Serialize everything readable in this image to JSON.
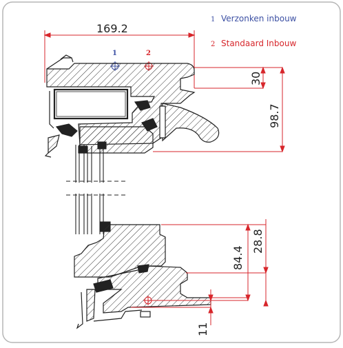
{
  "legend": {
    "item1": {
      "number": "1",
      "label": "Verzonken inbouw",
      "color": "#3b4fa3"
    },
    "item2": {
      "number": "2",
      "label": "Standaard Inbouw",
      "color": "#d7262b"
    }
  },
  "dimensions": {
    "overall_width": "169.2",
    "top_offset": "30",
    "sash_height": "98.7",
    "bottom_offset": "28.8",
    "frame_height": "84.4",
    "bottom_gap": "11"
  },
  "markers": {
    "marker1_label": "1",
    "marker2_label": "2"
  },
  "colors": {
    "line": "#222222",
    "dimension_red": "#d7262b",
    "hatch": "#333333",
    "frame_border": "#b5b5b5"
  }
}
